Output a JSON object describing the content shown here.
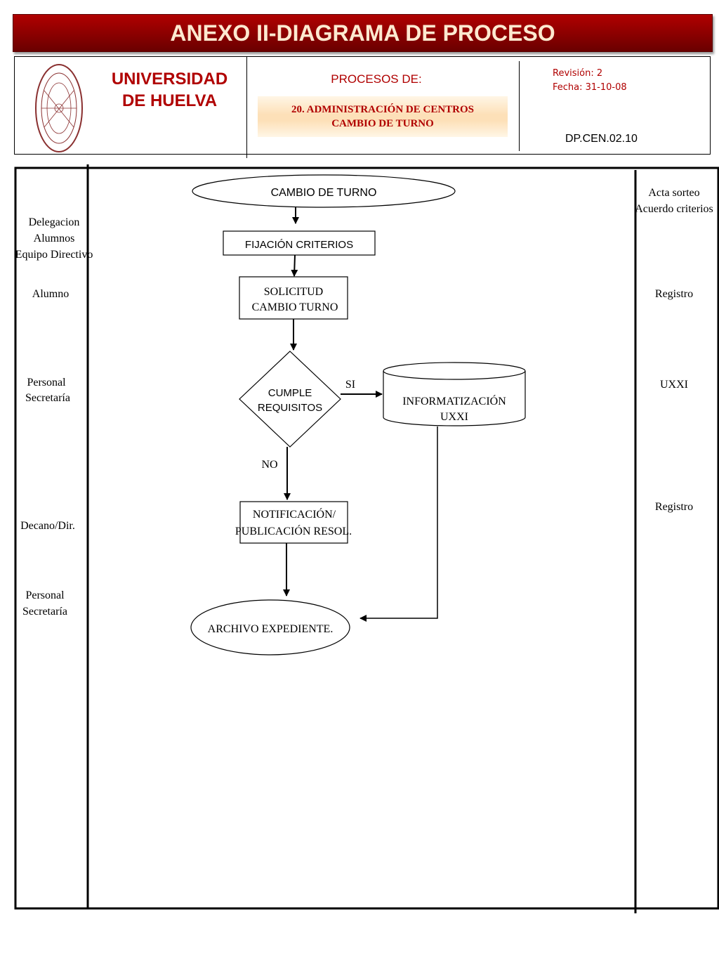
{
  "banner": {
    "title": "ANEXO II-DIAGRAMA DE PROCESO"
  },
  "header": {
    "university_line1": "UNIVERSIDAD",
    "university_line2": "DE HUELVA",
    "procesos_label": "PROCESOS DE:",
    "process_line1": "20. ADMINISTRACIÓN DE CENTROS",
    "process_line2": "CAMBIO DE TURNO",
    "revision": "Revisión: 2",
    "fecha": "Fecha: 31-10-08",
    "code": "DP.CEN.02.10",
    "logo_icon": "university-seal-icon"
  },
  "diagram": {
    "roles": {
      "delegacion_1": "Delegacion",
      "delegacion_2": "Alumnos",
      "delegacion_3": "Equipo Directivo",
      "alumno": "Alumno",
      "personal1_1": "Personal",
      "personal1_2": "Secretaría",
      "decano": "Decano/Dir.",
      "personal2_1": "Personal",
      "personal2_2": "Secretaría"
    },
    "nodes": {
      "start": "CAMBIO DE TURNO",
      "fijacion": "FIJACIÓN CRITERIOS",
      "solicitud_1": "SOLICITUD",
      "solicitud_2": "CAMBIO TURNO",
      "cumple_1": "CUMPLE",
      "cumple_2": "REQUISITOS",
      "informatizacion_1": "INFORMATIZACIÓN",
      "informatizacion_2": "UXXI",
      "notificacion_1": "NOTIFICACIÓN/",
      "notificacion_2": "PUBLICACIÓN RESOL.",
      "archivo": "ARCHIVO EXPEDIENTE."
    },
    "edges": {
      "si": "SI",
      "no": "NO"
    },
    "records": {
      "acta_1": "Acta sorteo",
      "acta_2": "Acuerdo criterios",
      "registro_1": "Registro",
      "uxxi": "UXXI",
      "registro_2": "Registro"
    }
  }
}
